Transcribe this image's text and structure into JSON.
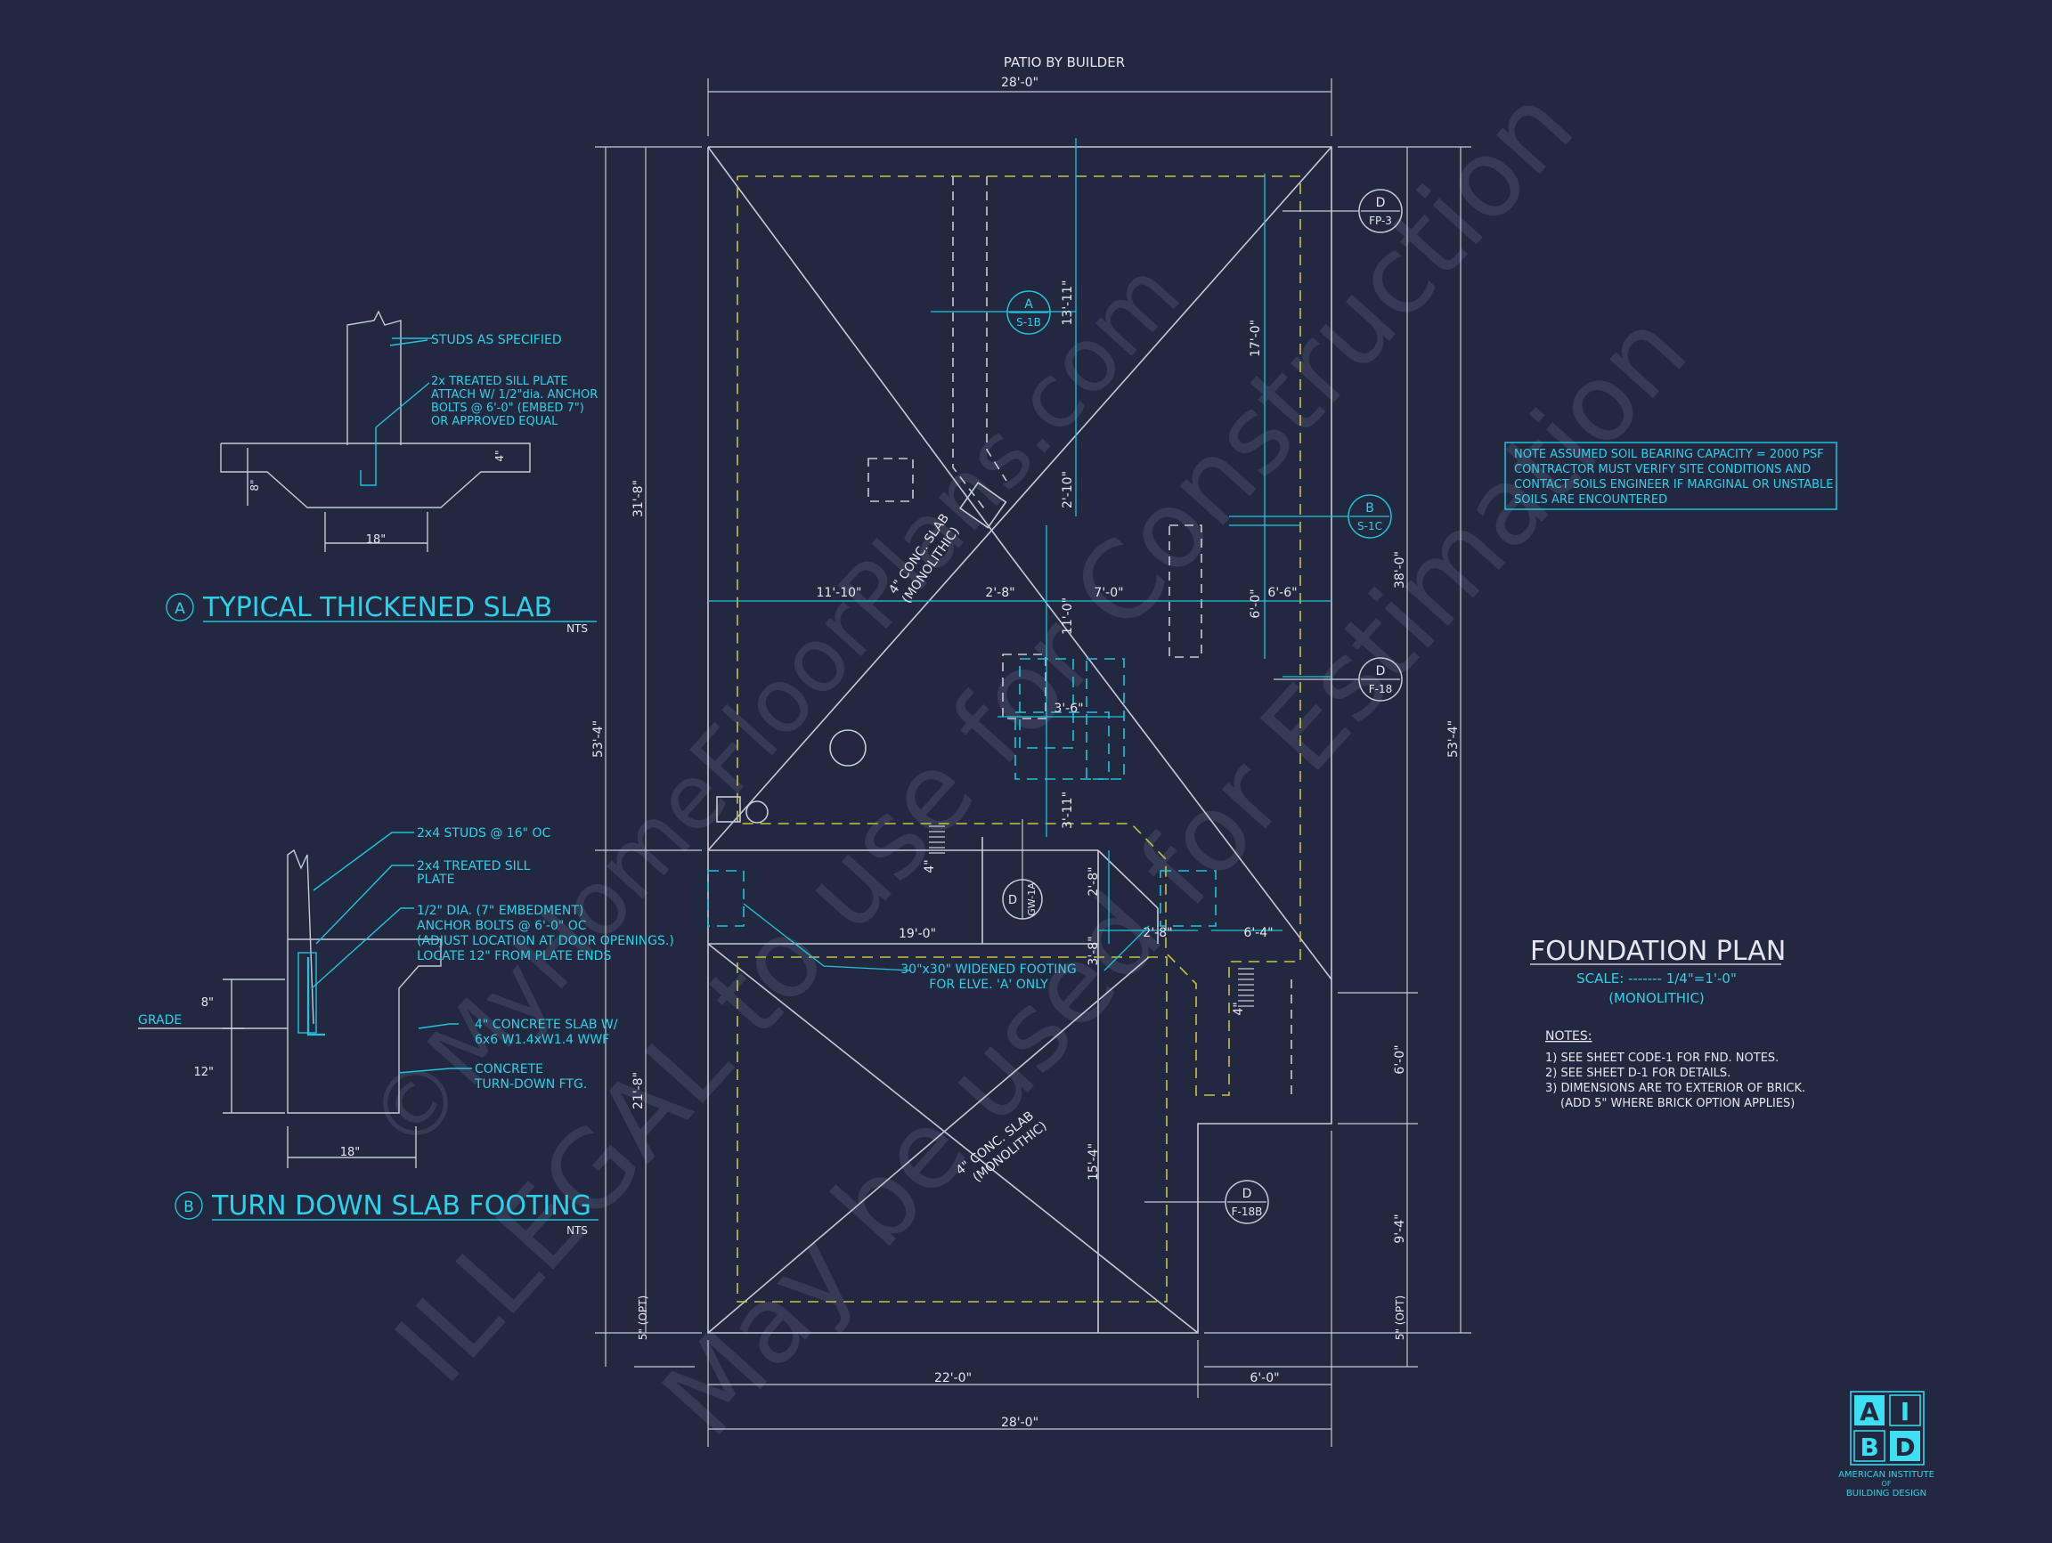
{
  "colors": {
    "background": "#222840",
    "plan_lines": "#c9c9d6",
    "callouts": "#22c3dc",
    "hidden_footings": "#c7c242",
    "logo_accent": "#3de0f2"
  },
  "plan": {
    "patio_label": "PATIO BY BUILDER",
    "dims": {
      "top_width": "28'-0\"",
      "bottom_width": "28'-0\"",
      "bottom_left": "22'-0\"",
      "bottom_right": "6'-0\"",
      "left_total": "53'-4\"",
      "left_upper": "31'-8\"",
      "left_lower": "21'-8\"",
      "left_opt": "5\" (OPT)",
      "right_total": "53'-4\"",
      "right_upper": "38'-0\"",
      "right_mid": "6'-0\"",
      "right_lower": "9'-4\"",
      "right_opt": "5\" (OPT)",
      "d_11_10": "11'-10\"",
      "d_2_8a": "2'-8\"",
      "d_7_0": "7'-0\"",
      "d_6_0": "6'-0\"",
      "d_6_6": "6'-6\"",
      "d_13_11": "13'-11\"",
      "d_17_0": "17'-0\"",
      "d_2_10": "2'-10\"",
      "d_11_0": "11'-0\"",
      "d_3_6": "3'-6\"",
      "d_3_11": "3'-11\"",
      "d_2_8b": "2'-8\"",
      "d_3_8": "3'-8\"",
      "d_19_0": "19'-0\"",
      "d_2_8c": "2'-8\"",
      "d_6_4": "6'-4\"",
      "d_15_4": "15'-4\"",
      "d_4a": "4\"",
      "d_4b": "4\""
    },
    "slab_note_upper": [
      "4\" CONC. SLAB",
      "(MONOLITHIC)"
    ],
    "slab_note_lower": [
      "4\" CONC. SLAB",
      "(MONOLITHIC)"
    ],
    "widened_footing_note": [
      "30\"x30\" WIDENED FOOTING",
      "FOR ELVE. 'A' ONLY"
    ],
    "soil_note": [
      "NOTE ASSUMED SOIL BEARING CAPACITY = 2000 PSF",
      "CONTRACTOR MUST VERIFY SITE CONDITIONS AND",
      "CONTACT SOILS ENGINEER IF MARGINAL OR UNSTABLE",
      "SOILS ARE ENCOUNTERED"
    ]
  },
  "section_tags": [
    {
      "letter": "A",
      "sheet": "S-1B"
    },
    {
      "letter": "B",
      "sheet": "S-1C"
    },
    {
      "letter": "D",
      "sheet": "FP-3"
    },
    {
      "letter": "D",
      "sheet": "F-18"
    },
    {
      "letter": "D",
      "sheet": "GW-1A"
    },
    {
      "letter": "D",
      "sheet": "F-18B"
    }
  ],
  "detail_a": {
    "tag": "A",
    "title": "TYPICAL THICKENED SLAB",
    "scale": "NTS",
    "labels": {
      "studs": "STUDS AS SPECIFIED",
      "sill": [
        "2x  TREATED SILL PLATE",
        "ATTACH W/ 1/2\"dia. ANCHOR",
        "BOLTS @ 6'-0\" (EMBED 7\")",
        "OR APPROVED EQUAL"
      ],
      "width": "18\"",
      "d1": "8\"",
      "d2": "4\""
    }
  },
  "detail_b": {
    "tag": "B",
    "title": "TURN DOWN SLAB FOOTING",
    "scale": "NTS",
    "labels": {
      "studs": "2x4 STUDS @ 16\" OC",
      "sill": [
        "2x4 TREATED SILL",
        "PLATE"
      ],
      "anchor": [
        "1/2\" DIA. (7\" EMBEDMENT)",
        "ANCHOR BOLTS @ 6'-0\" OC",
        "(ADJUST LOCATION AT DOOR OPENINGS.)",
        "LOCATE 12\" FROM PLATE ENDS"
      ],
      "slab": [
        "4\" CONCRETE SLAB W/",
        "6x6 W1.4xW1.4 WWF"
      ],
      "footing": [
        "CONCRETE",
        "TURN-DOWN FTG."
      ],
      "grade": "GRADE",
      "d8": "8\"",
      "d12": "12\"",
      "width": "18\""
    }
  },
  "title_block": {
    "title": "FOUNDATION PLAN",
    "scale": "SCALE: ------- 1/4\"=1'-0\"",
    "subtitle": "(MONOLITHIC)",
    "notes_heading": "NOTES:",
    "notes": [
      "1)  SEE SHEET CODE-1 FOR FND. NOTES.",
      "2)  SEE SHEET D-1 FOR DETAILS.",
      "3)  DIMENSIONS ARE TO EXTERIOR OF BRICK.",
      "(ADD 5\" WHERE BRICK OPTION APPLIES)"
    ]
  },
  "logo": {
    "letters": [
      "A",
      "I",
      "B",
      "D"
    ],
    "name": [
      "AMERICAN INSTITUTE",
      "OF",
      "BUILDING DESIGN"
    ]
  },
  "watermark": [
    "ILLEGAL to use for Construction",
    "©MyHomeFloorPlans.com",
    "May be used for Estimation"
  ]
}
